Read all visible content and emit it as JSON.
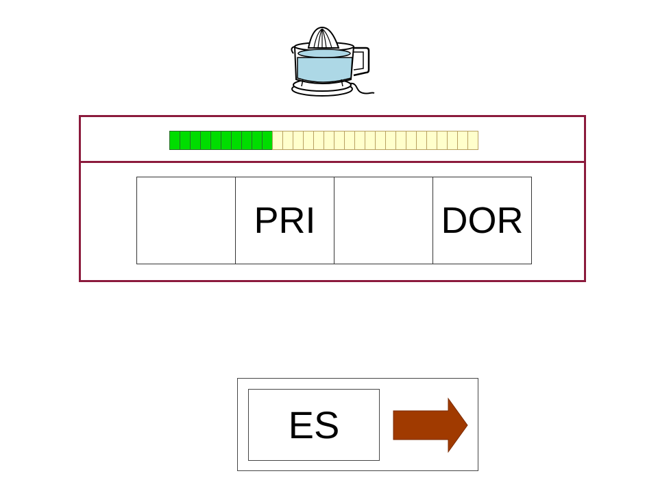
{
  "picture": {
    "icon": "citrus-juicer-icon"
  },
  "progress": {
    "completed": 10,
    "total": 30,
    "done_color": "#00dd00",
    "todo_color": "#ffffcc"
  },
  "slots": [
    "",
    "PRI",
    "",
    "DOR"
  ],
  "answer": {
    "tile_text": "ES",
    "arrow_color": "#a03a00"
  },
  "colors": {
    "frame": "#8b1a3c"
  }
}
